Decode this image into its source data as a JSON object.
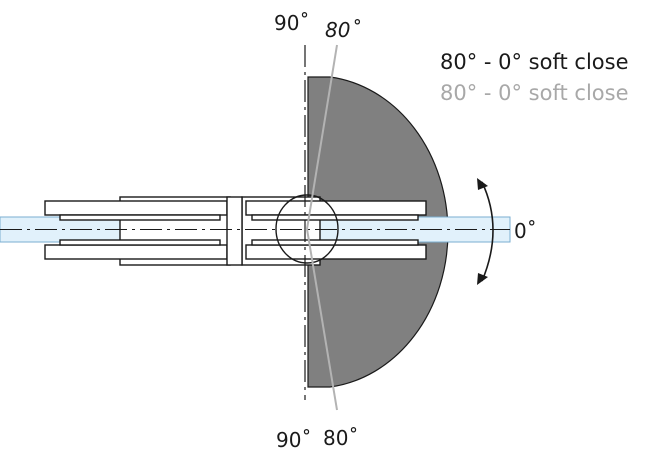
{
  "diagram": {
    "labels": {
      "top_90": "90˚",
      "top_80": "80˚",
      "bottom_90": "90˚",
      "bottom_80": "80˚",
      "right_0": "0˚"
    },
    "legend": {
      "line1": "80° - 0° soft close",
      "line2": "80° - 0° soft close"
    },
    "colors": {
      "swing_area": "#808080",
      "glass": "#e1f1fb",
      "glass_edge": "#7aaed0",
      "line": "#1a1a1a",
      "secondary_text": "#a8a8a8",
      "secondary_line": "#b3b3b3"
    }
  }
}
